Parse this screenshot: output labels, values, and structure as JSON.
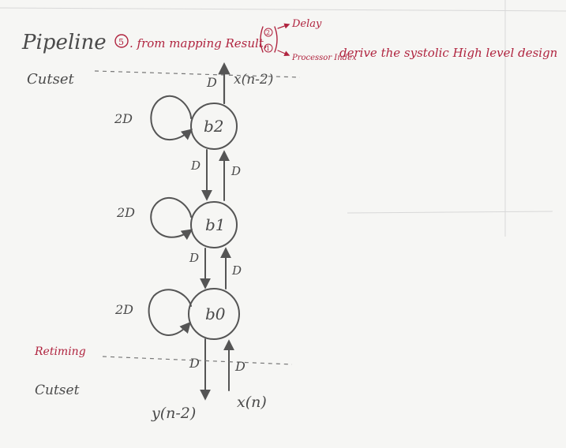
{
  "header": {
    "title": "Pipeline",
    "step_number": "5",
    "text": ". from mapping Result,",
    "note_top_num": "2",
    "note_top": "Delay",
    "note_bottom_num": "1",
    "note_bottom": "Processor Index",
    "trailing": "derive the systolic High level design"
  },
  "cutset_top": {
    "label": "Cutset",
    "delay": "D",
    "input": "x(n-2)"
  },
  "nodes": [
    {
      "label": "b2",
      "self_loop": "2D",
      "down_delay": "D",
      "up_delay": "D"
    },
    {
      "label": "b1",
      "self_loop": "2D",
      "down_delay": "D",
      "up_delay": "D"
    },
    {
      "label": "b0",
      "self_loop": "2D"
    }
  ],
  "cutset_bottom": {
    "label_1": "Retiming",
    "label_2": "Cutset",
    "delay_left": "D",
    "delay_right": "D",
    "output": "y(n-2)",
    "input": "x(n)"
  },
  "colors": {
    "pencil": "#4a4a4a",
    "ink": "#b0243f",
    "paper": "#f6f6f4"
  }
}
